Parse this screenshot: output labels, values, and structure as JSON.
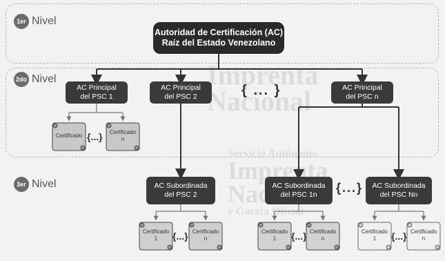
{
  "levels": [
    {
      "badge": "1er",
      "label": "Nivel"
    },
    {
      "badge": "2do",
      "label": "Nivel"
    },
    {
      "badge": "3er",
      "label": "Nivel"
    }
  ],
  "root": {
    "line1": "Autoridad de Certificación (AC)",
    "line2": "Raíz del Estado Venezolano"
  },
  "principals": [
    {
      "line1": "AC Principal",
      "line2": "del PSC 1"
    },
    {
      "line1": "AC Principal",
      "line2": "del PSC 2"
    },
    {
      "line1": "AC Principal",
      "line2": "del PSC n"
    }
  ],
  "principal_ellipsis": "{ ... }",
  "subordinates": [
    {
      "line1": "AC Subordinada",
      "line2": "del PSC 2"
    },
    {
      "line1": "AC Subordinada",
      "line2": "del PSC 1n"
    },
    {
      "line1": "AC Subordinada",
      "line2": "del PSC Nn"
    }
  ],
  "subordinate_ellipsis": "{...}",
  "cert_ellipsis": "{...}",
  "cert_label": "Certificado",
  "cert_first": "1",
  "cert_last": "n",
  "watermark": {
    "line1": "Servicio Autónomo",
    "line2": "Imprenta",
    "line3": "Nacional",
    "line4": "y Gaceta Oficial"
  }
}
